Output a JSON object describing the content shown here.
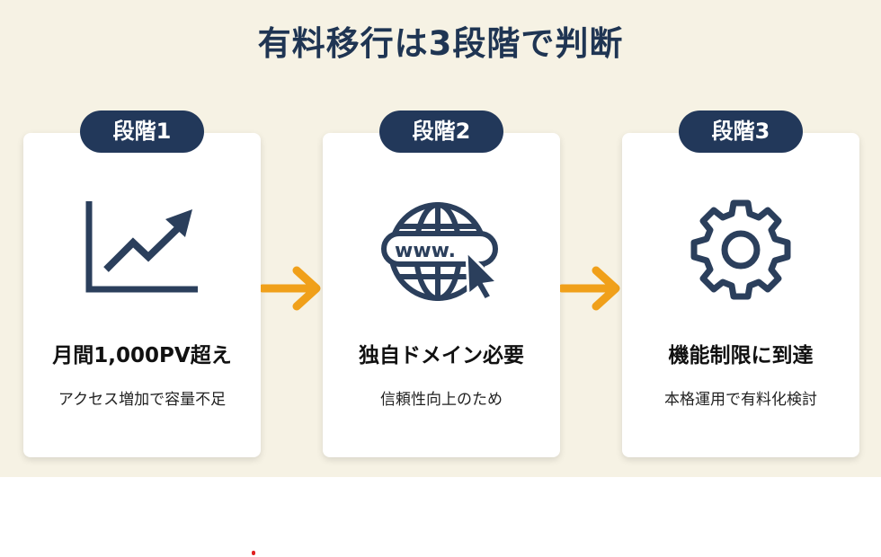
{
  "title": "有料移行は3段階で判断",
  "stages": [
    {
      "badge": "段階1",
      "heading": "月間1,000PV超え",
      "sub": "アクセス増加で容量不足",
      "icon": "chart-growth-icon"
    },
    {
      "badge": "段階2",
      "heading": "独自ドメイン必要",
      "sub": "信頼性向上のため",
      "icon": "globe-www-cursor-icon",
      "icon_text": "www."
    },
    {
      "badge": "段階3",
      "heading": "機能制限に到達",
      "sub": "本格運用で有料化検討",
      "icon": "gear-icon"
    }
  ],
  "colors": {
    "navy": "#22385a",
    "arrow": "#f0a01a",
    "background": "#f6f2e4"
  }
}
